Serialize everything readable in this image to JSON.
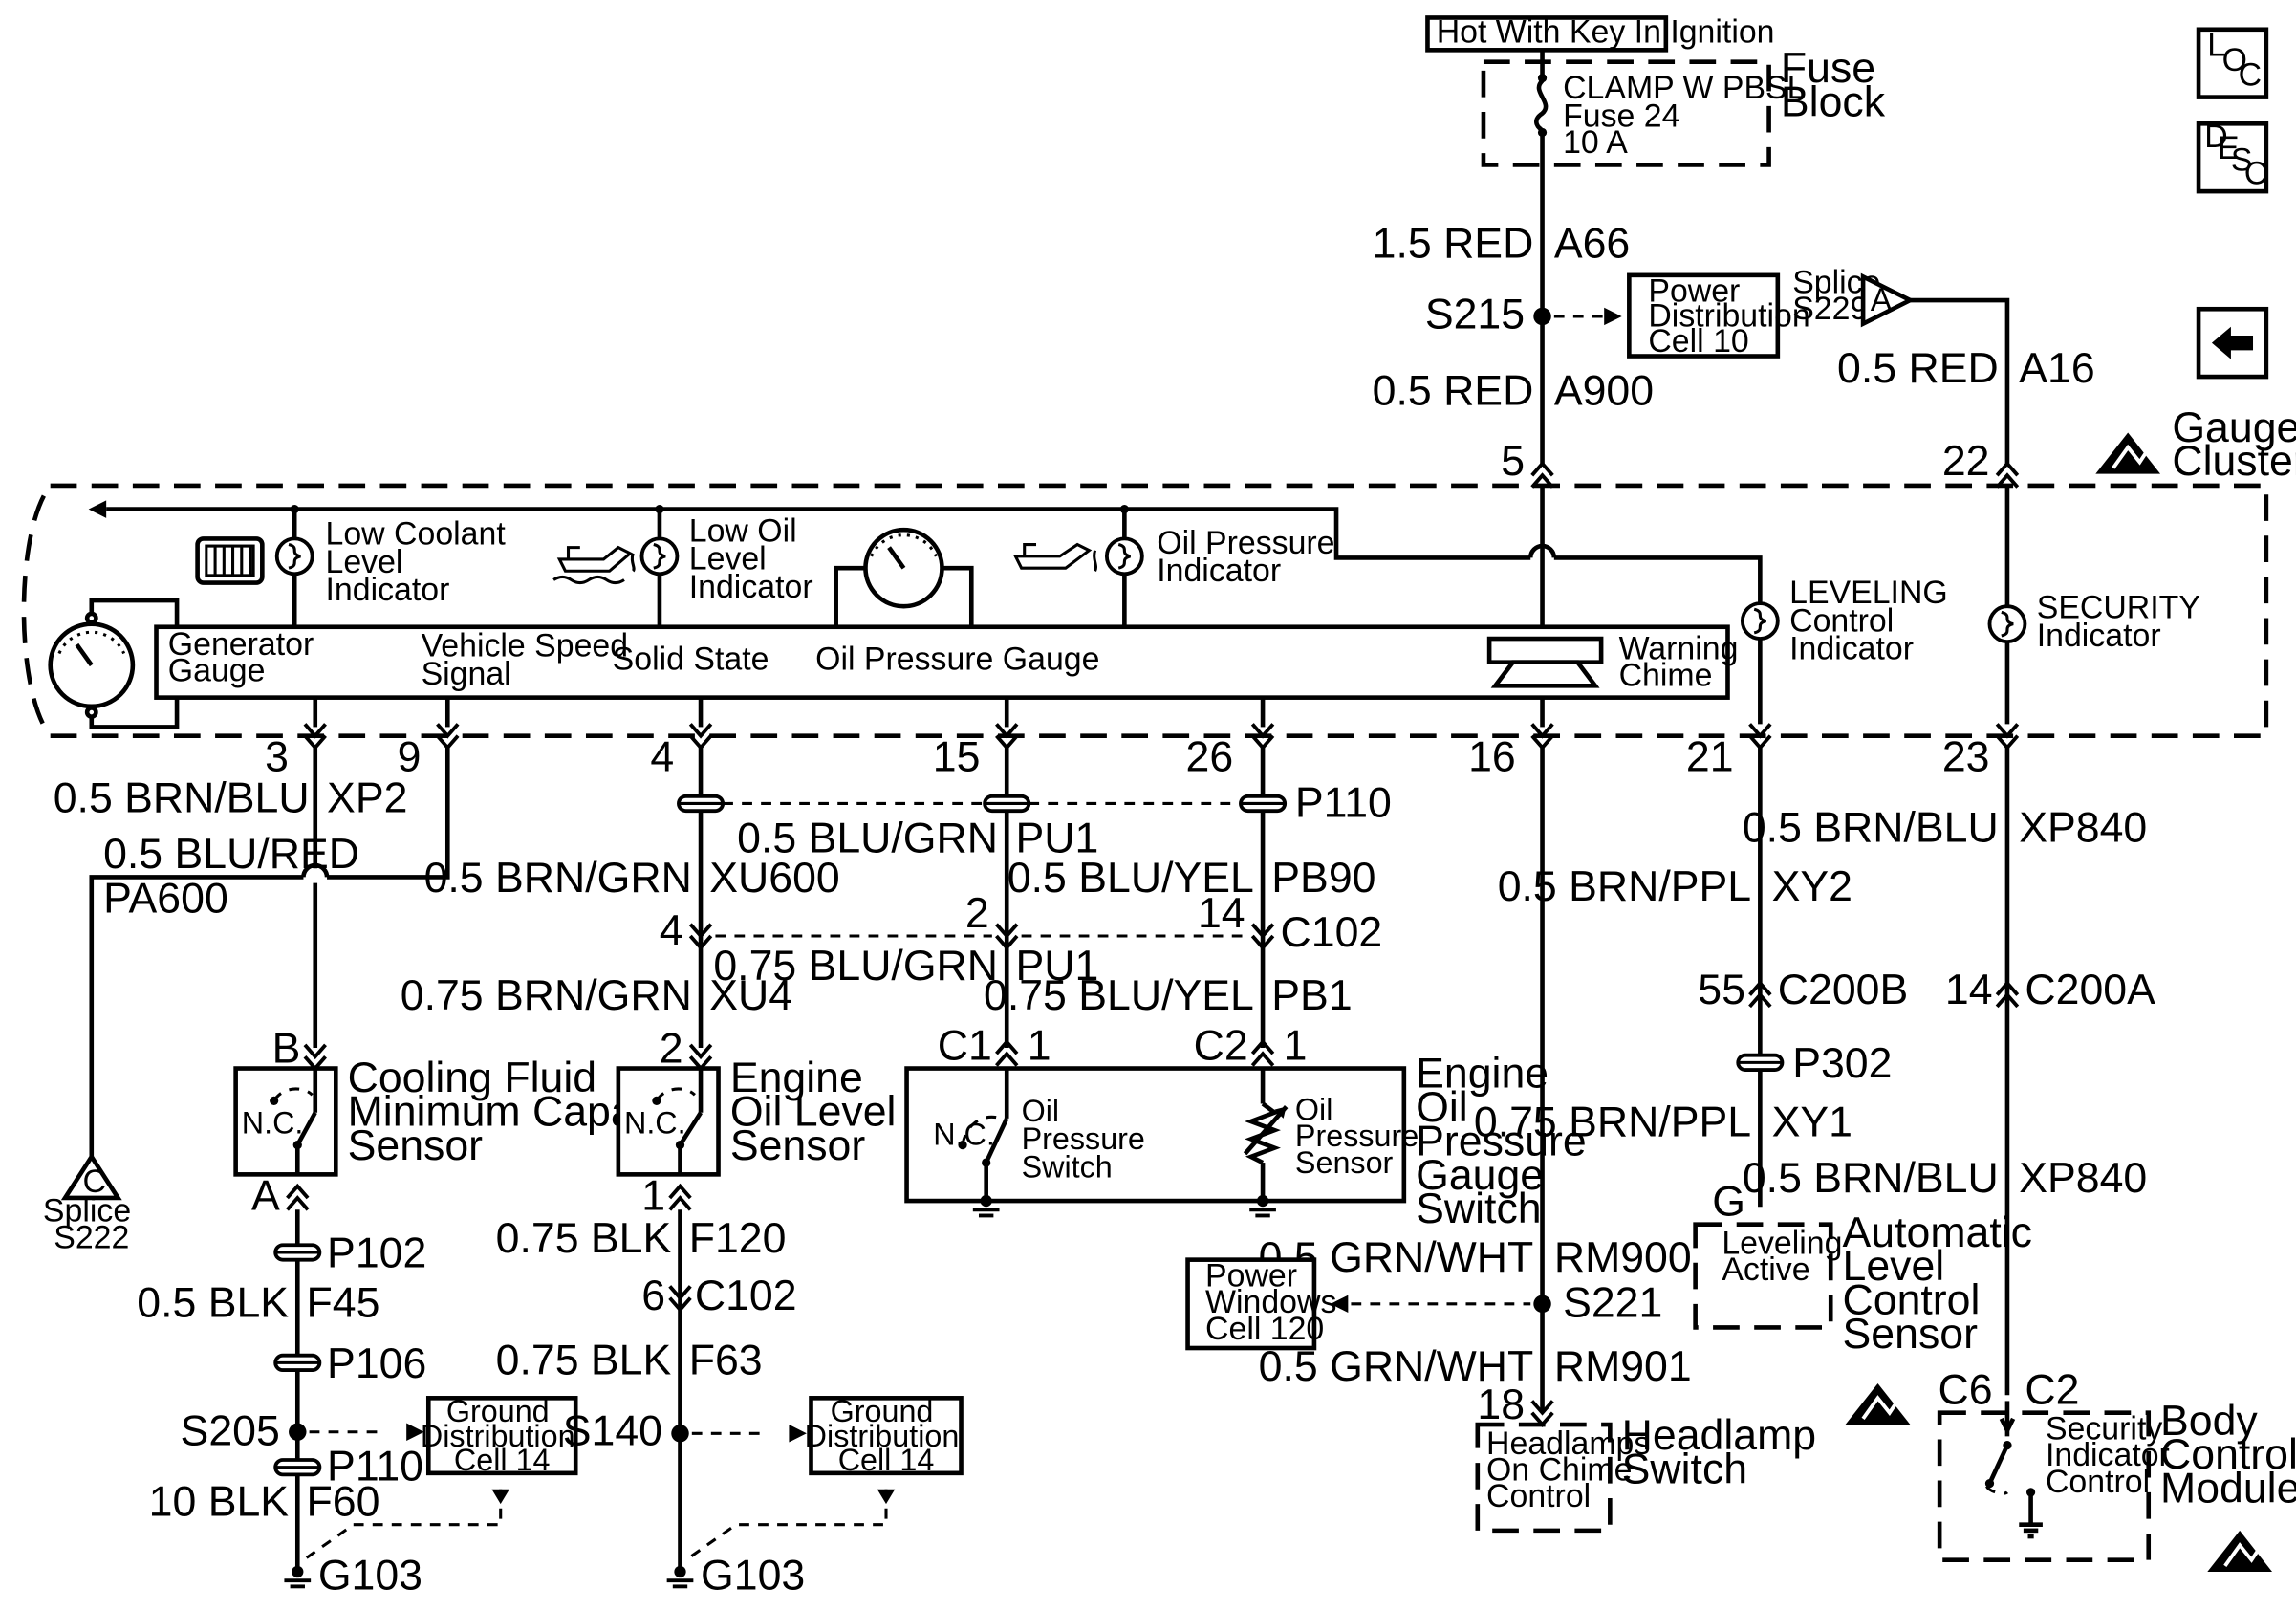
{
  "labels": {
    "hot_key": "Hot With Key In Ignition",
    "fuse_block": [
      "Fuse",
      "Block"
    ],
    "fuse": [
      "CLAMP W PBSL",
      "Fuse 24",
      "10 A"
    ],
    "w_a66": [
      "1.5 RED",
      "A66"
    ],
    "s215": "S215",
    "pdc10": [
      "Power",
      "Distribution",
      "Cell 10"
    ],
    "splice_s229": [
      "Splice",
      "S229"
    ],
    "splice_a": "A",
    "w_a16": [
      "0.5 RED",
      "A16"
    ],
    "w_a900": [
      "0.5 RED",
      "A900"
    ],
    "pin5": "5",
    "pin22": "22",
    "gauge_cluster": [
      "Gauge",
      "Cluster"
    ],
    "low_coolant": [
      "Low Coolant",
      "Level",
      "Indicator"
    ],
    "low_oil": [
      "Low Oil",
      "Level",
      "Indicator"
    ],
    "oil_pressure_ind": [
      "Oil Pressure",
      "Indicator"
    ],
    "leveling_ind": [
      "LEVELING",
      "Control",
      "Indicator"
    ],
    "security_ind": [
      "SECURITY",
      "Indicator"
    ],
    "generator_gauge": [
      "Generator",
      "Gauge"
    ],
    "vehicle_speed": [
      "Vehicle Speed",
      "Signal"
    ],
    "solid_state": "Solid State",
    "oil_pressure_gauge": "Oil Pressure Gauge",
    "warning_chime": [
      "Warning",
      "Chime"
    ],
    "pins_bottom": [
      "3",
      "9",
      "4",
      "15",
      "26",
      "16",
      "21",
      "23"
    ],
    "w_xp2": [
      "0.5 BRN/BLU",
      "XP2"
    ],
    "w_pa600": [
      "0.5 BLU/RED",
      "PA600"
    ],
    "p110_top": "P110",
    "w_pu1a": [
      "0.5 BLU/GRN",
      "PU1"
    ],
    "w_xu600": [
      "0.5 BRN/GRN",
      "XU600"
    ],
    "w_pb90": [
      "0.5 BLU/YEL",
      "PB90"
    ],
    "c102_pins": [
      "4",
      "2",
      "14"
    ],
    "c102": "C102",
    "w_pu1b": [
      "0.75 BLU/GRN",
      "PU1"
    ],
    "w_xu4": [
      "0.75 BRN/GRN",
      "XU4"
    ],
    "w_pb1": [
      "0.75 BLU/YEL",
      "PB1"
    ],
    "w_xp840a": [
      "0.5 BRN/BLU",
      "XP840"
    ],
    "w_xy2": [
      "0.5 BRN/PPL",
      "XY2"
    ],
    "c200b": [
      "55",
      "C200B"
    ],
    "c200a": [
      "14",
      "C200A"
    ],
    "p302": "P302",
    "w_xy1": [
      "0.75 BRN/PPL",
      "XY1"
    ],
    "w_xp840b": [
      "0.5 BRN/BLU",
      "XP840"
    ],
    "pin_g": "G",
    "leveling_active": [
      "Leveling",
      "Active"
    ],
    "auto_level_sensor": [
      "Automatic",
      "Level",
      "Control",
      "Sensor"
    ],
    "pin_b": "B",
    "cooling_sensor": [
      "Cooling Fluid",
      "Minimum Capacity",
      "Sensor"
    ],
    "nc": "N.C.",
    "pin_a": "A",
    "splice_c": "C",
    "splice_s222": [
      "Splice",
      "S222"
    ],
    "pin2": "2",
    "engine_oil_level_sensor": [
      "Engine",
      "Oil Level",
      "Sensor"
    ],
    "pin1": "1",
    "c1": "C1",
    "c2": "C2",
    "one": "1",
    "oil_pressure_switch": [
      "Oil",
      "Pressure",
      "Switch"
    ],
    "oil_pressure_sensor": [
      "Oil",
      "Pressure",
      "Sensor"
    ],
    "eop_gauge_switch": [
      "Engine",
      "Oil",
      "Pressure",
      "Gauge",
      "Switch"
    ],
    "p102": "P102",
    "w_f45": [
      "0.5 BLK",
      "F45"
    ],
    "p106": "P106",
    "s205": "S205",
    "p110_bot": "P110",
    "w_f60": [
      "10 BLK",
      "F60"
    ],
    "g103": "G103",
    "gdc14": [
      "Ground",
      "Distribution",
      "Cell 14"
    ],
    "w_f120": [
      "0.75 BLK",
      "F120"
    ],
    "c102_6": [
      "6",
      "C102"
    ],
    "w_f63": [
      "0.75 BLK",
      "F63"
    ],
    "s140": "S140",
    "w_rm900": [
      "0.5 GRN/WHT",
      "RM900"
    ],
    "s221": "S221",
    "pwc120": [
      "Power",
      "Windows",
      "Cell 120"
    ],
    "w_rm901": [
      "0.5 GRN/WHT",
      "RM901"
    ],
    "pin18": "18",
    "headlamps_chime": [
      "Headlamps",
      "On Chime",
      "Control"
    ],
    "headlamp_switch": [
      "Headlamp",
      "Switch"
    ],
    "c6": "C6",
    "security_ctrl": [
      "Security",
      "Indicator",
      "Control"
    ],
    "bcm": [
      "Body",
      "Control",
      "Module"
    ],
    "nav_loc": [
      "L",
      "O",
      "C"
    ],
    "nav_desc": [
      "D",
      "E",
      "S",
      "C"
    ]
  }
}
